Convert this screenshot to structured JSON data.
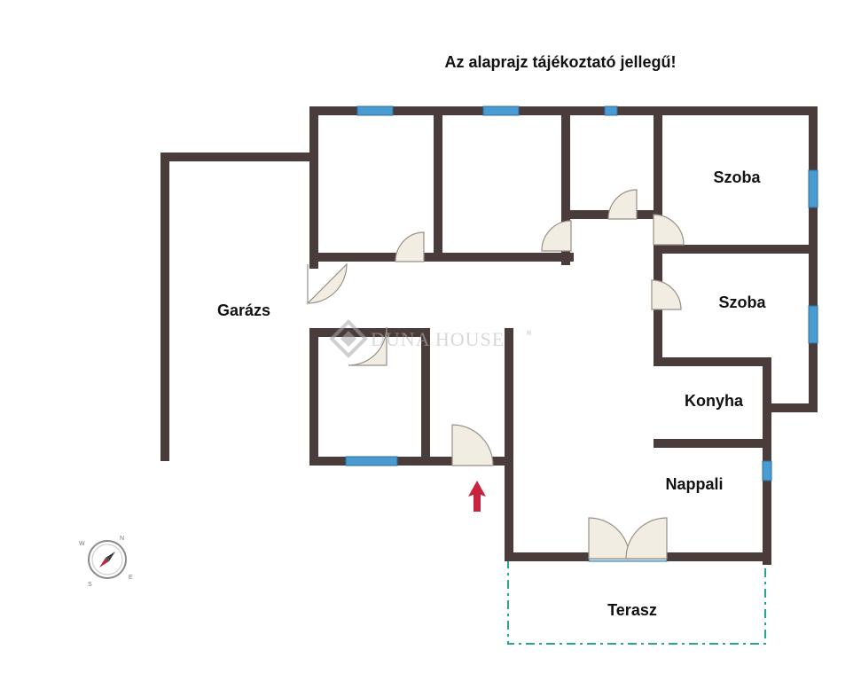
{
  "title": "Az alaprajz tájékoztató jellegű!",
  "rooms": {
    "garage": "Garázs",
    "room1": "Szoba",
    "room2": "Szoba",
    "kitchen": "Konyha",
    "living": "Nappali",
    "terrace": "Terasz"
  },
  "watermark": {
    "brand": "DUNA HOUSE",
    "registered": "®"
  },
  "compass": {
    "letters": [
      "N",
      "E",
      "S",
      "W"
    ]
  },
  "colors": {
    "wall": "#4a3c3a",
    "window": "#4b9bd3",
    "terrace_outline": "#2aa58f",
    "entrance_arrow": "#c8243f",
    "door": "#f2ede3"
  }
}
